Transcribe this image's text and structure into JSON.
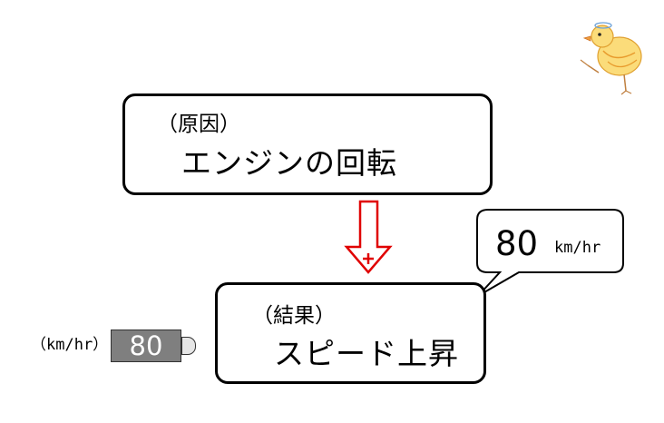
{
  "cause": {
    "tag": "（原因）",
    "text": "エンジンの回転"
  },
  "result": {
    "tag": "（結果）",
    "text": "スピード上昇"
  },
  "speed_bubble": {
    "value": "80",
    "unit": "km/hr"
  },
  "speedometer": {
    "unit": "（km/hr）",
    "value": "80",
    "display_color": "#7f7f7f"
  },
  "arrow": {
    "color": "#e00000",
    "symbol": "plus"
  },
  "mascot": {
    "icon": "chick-icon"
  }
}
